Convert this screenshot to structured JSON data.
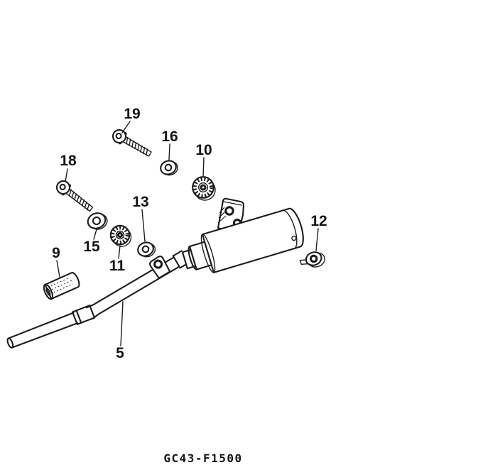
{
  "diagram": {
    "figure_code": "GC43-F1500",
    "colors": {
      "line": "#1c1c1c",
      "background": "#ffffff",
      "text": "#141414"
    },
    "part_labels": {
      "p19": "19",
      "p16": "16",
      "p10": "10",
      "p18": "18",
      "p13": "13",
      "p15": "15",
      "p11": "11",
      "p9": "9",
      "p12": "12",
      "p5": "5"
    }
  }
}
